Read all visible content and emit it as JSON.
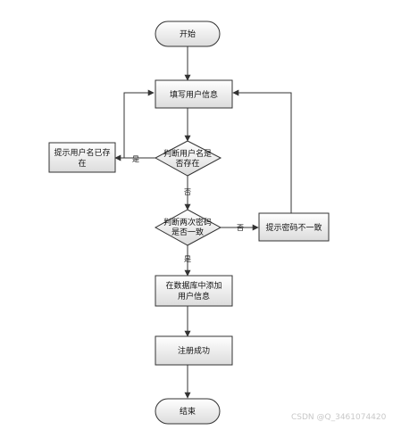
{
  "nodes": {
    "start": "开始",
    "fill_info": "填写用户信息",
    "check_user_line1": "判断用户名是",
    "check_user_line2": "否存在",
    "user_exists_line1": "提示用户名已存",
    "user_exists_line2": "在",
    "check_pwd_line1": "判断两次密码",
    "check_pwd_line2": "是否一致",
    "pwd_mismatch": "提示密码不一致",
    "add_db_line1": "在数据库中添加",
    "add_db_line2": "用户信息",
    "success": "注册成功",
    "end": "结束"
  },
  "edges": {
    "yes_user_exists": "是",
    "no_user_exists": "否",
    "no_pwd_match": "否",
    "yes_pwd_match": "是"
  },
  "watermark": "CSDN @Q_3461074420",
  "colors": {
    "node_fill_top": "#ffffff",
    "node_fill_bottom": "#dcdcdc",
    "stroke": "#333333"
  }
}
